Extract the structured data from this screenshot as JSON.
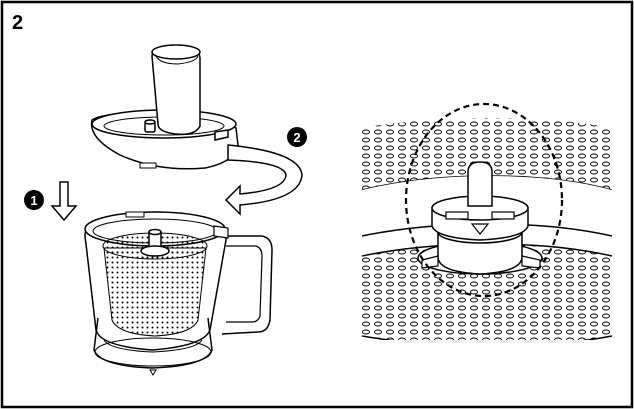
{
  "step": {
    "number": "2"
  },
  "callouts": [
    {
      "label": "1"
    },
    {
      "label": "2"
    }
  ],
  "colors": {
    "ink": "#000000",
    "paper": "#ffffff",
    "shade": "#cfcfcf"
  }
}
